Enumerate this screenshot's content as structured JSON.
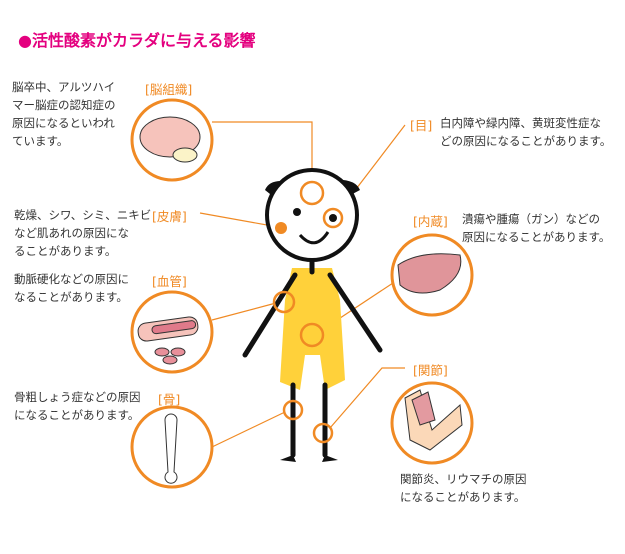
{
  "title": "●活性酸素がカラダに与える影響",
  "items": {
    "brain": {
      "label": "[脳組織]",
      "text": [
        "脳卒中、アルツハイ",
        "マー脳症の認知症の",
        "原因になるといわれ",
        "ています。"
      ]
    },
    "eye": {
      "label": "[目]",
      "text": [
        "白内障や緑内障、黄斑変性症な",
        "どの原因になることがあります。"
      ]
    },
    "skin": {
      "label": "[皮膚]",
      "text": [
        "乾燥、シワ、シミ、ニキビ",
        "など肌あれの原因にな",
        "ることがあります。"
      ]
    },
    "organ": {
      "label": "[内蔵]",
      "text": [
        "潰瘍や腫瘍（ガン）などの",
        "原因になることがあります。"
      ]
    },
    "vessel": {
      "label": "[血管]",
      "text": [
        "動脈硬化などの原因に",
        "なることがあります。"
      ]
    },
    "joint": {
      "label": "[関節]",
      "text": [
        "関節炎、リウマチの原因",
        "になることがあります。"
      ]
    },
    "bone": {
      "label": "[骨]",
      "text": [
        "骨粗しょう症などの原因",
        "になることがあります。"
      ]
    }
  },
  "colors": {
    "accent": "#f08a24",
    "title": "#e4007f",
    "body": "#ffd13a"
  }
}
